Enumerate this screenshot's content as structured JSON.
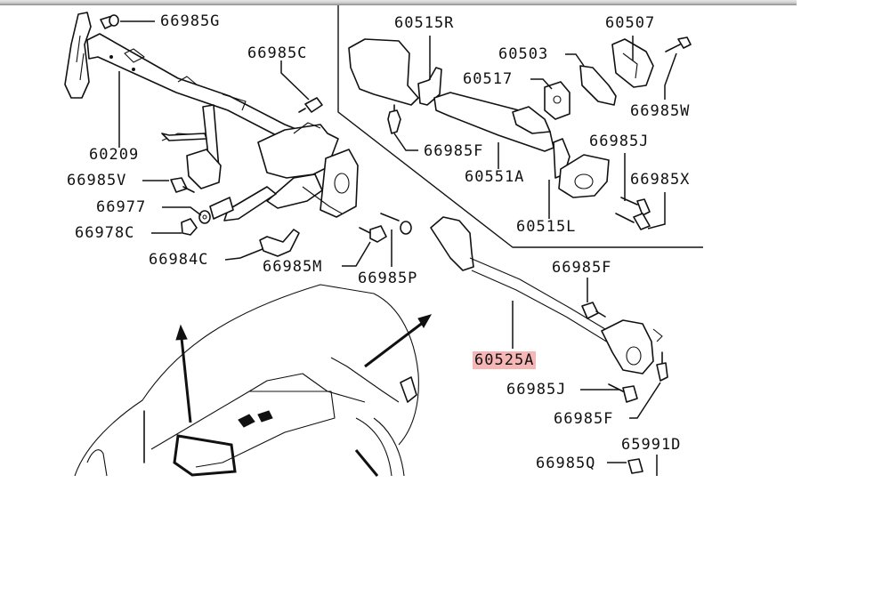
{
  "diagram": {
    "title": "Instrument panel reinforcement / steering support member",
    "highlighted_part": "60525A",
    "highlight_color": "#f6b6b6",
    "labels": [
      {
        "id": "66985G",
        "text": "66985G"
      },
      {
        "id": "66985C",
        "text": "66985C"
      },
      {
        "id": "60209",
        "text": "60209"
      },
      {
        "id": "66985V",
        "text": "66985V"
      },
      {
        "id": "66977",
        "text": "66977"
      },
      {
        "id": "66978C",
        "text": "66978C"
      },
      {
        "id": "66984C",
        "text": "66984C"
      },
      {
        "id": "66985M",
        "text": "66985M"
      },
      {
        "id": "66985P",
        "text": "66985P"
      },
      {
        "id": "60515R",
        "text": "60515R"
      },
      {
        "id": "60507",
        "text": "60507"
      },
      {
        "id": "60503",
        "text": "60503"
      },
      {
        "id": "60517",
        "text": "60517"
      },
      {
        "id": "66985W",
        "text": "66985W"
      },
      {
        "id": "66985F_a",
        "text": "66985F"
      },
      {
        "id": "66985J_a",
        "text": "66985J"
      },
      {
        "id": "60551A",
        "text": "60551A"
      },
      {
        "id": "66985X",
        "text": "66985X"
      },
      {
        "id": "60515L",
        "text": "60515L"
      },
      {
        "id": "66985F_b",
        "text": "66985F"
      },
      {
        "id": "60525A",
        "text": "60525A"
      },
      {
        "id": "66985J_b",
        "text": "66985J"
      },
      {
        "id": "66985F_c",
        "text": "66985F"
      },
      {
        "id": "65991D",
        "text": "65991D"
      },
      {
        "id": "66985Q",
        "text": "66985Q"
      }
    ]
  }
}
